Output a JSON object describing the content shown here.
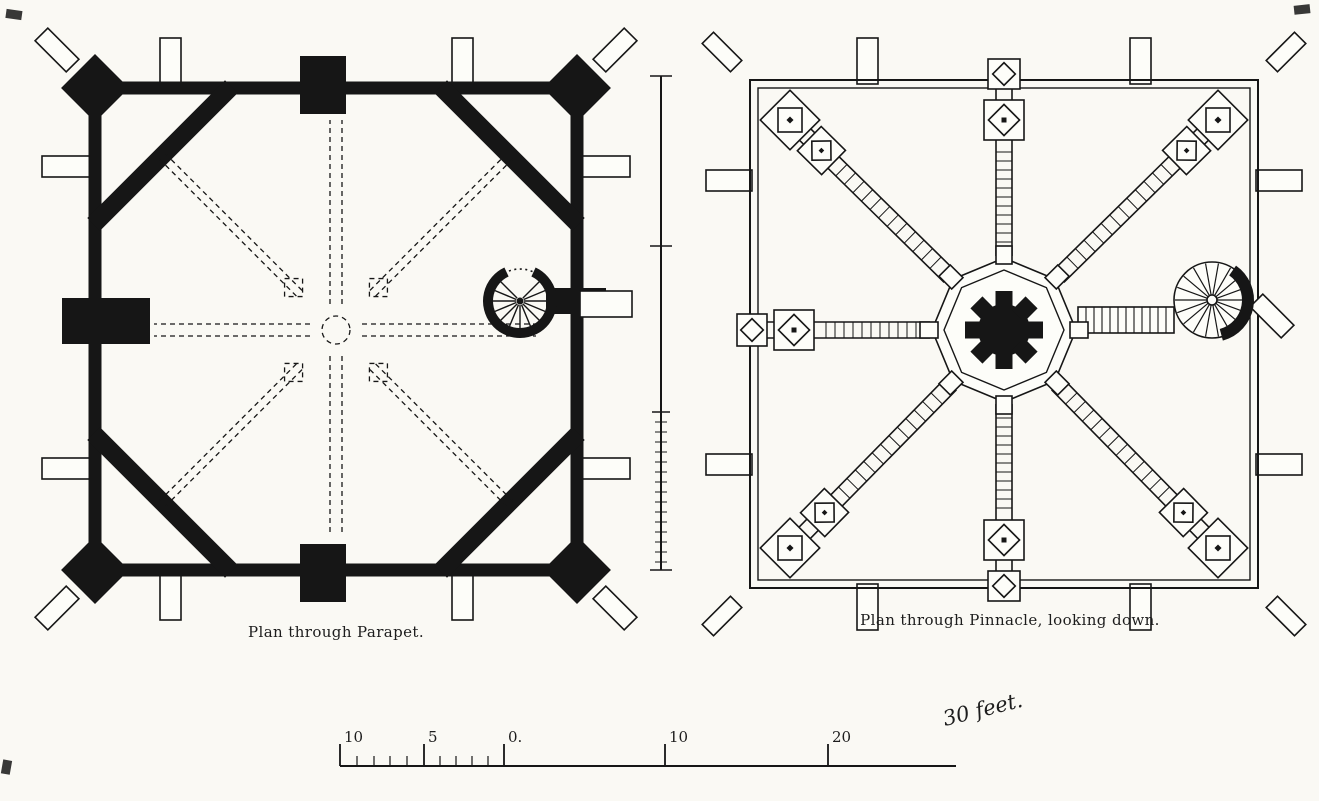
{
  "document": {
    "kind": "architectural-plan-engraving",
    "colors": {
      "ink": "#161616",
      "paper": "#faf9f4"
    }
  },
  "figures": {
    "left": {
      "caption": "Plan through Parapet."
    },
    "right": {
      "caption": "Plan through Pinnacle, looking down."
    }
  },
  "scale_bar": {
    "labels": [
      "10",
      "5",
      "0.",
      "10",
      "20",
      "30 feet."
    ]
  }
}
